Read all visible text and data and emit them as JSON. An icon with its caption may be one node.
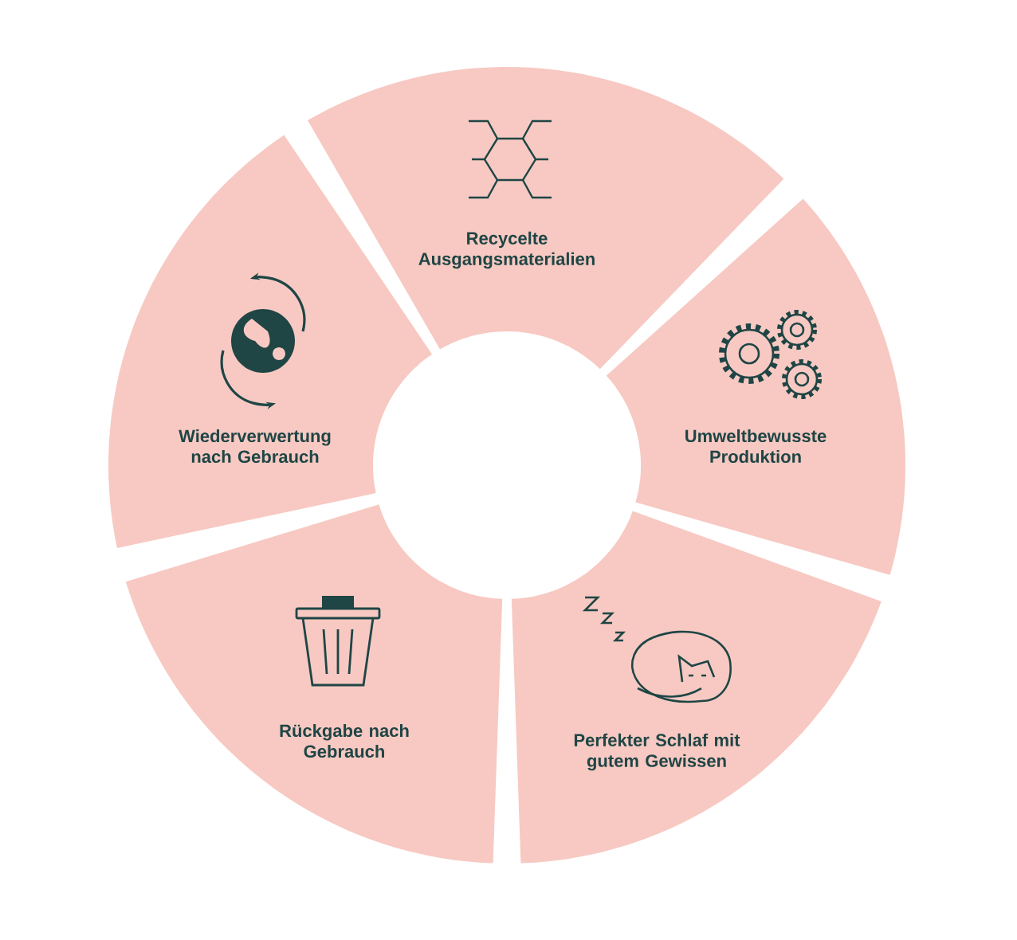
{
  "diagram": {
    "nodes": [
      {
        "text": [
          "Recycelte Ausgangsmaterialien"
        ]
      },
      {
        "text": [
          "Umweltbewusste Produktion"
        ]
      },
      {
        "text": [
          "Perfekter Schlaf mit gutem Gewissen"
        ]
      },
      {
        "text": [
          "Rückgabe nach Gebrauch"
        ]
      },
      {
        "text": [
          "Wiederverwertung nach Gebrauch"
        ]
      }
    ]
  }
}
